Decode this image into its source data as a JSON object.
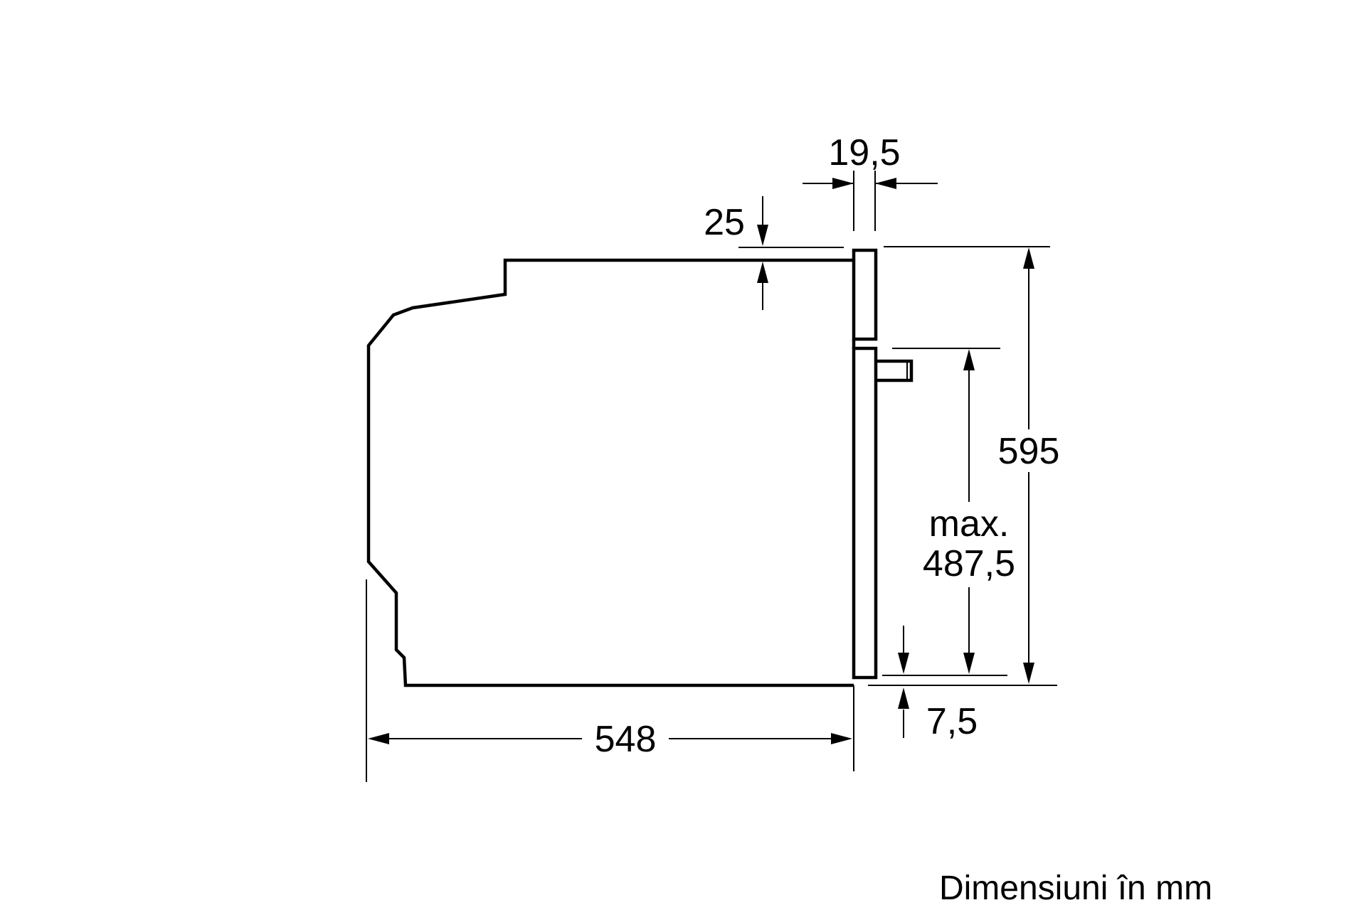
{
  "diagram": {
    "unit_note": "Dimensiuni în mm",
    "dimensions": {
      "door_thickness": "19,5",
      "top_gap": "25",
      "total_height": "595",
      "max_label": "max.",
      "max_value": "487,5",
      "bottom_gap": "7,5",
      "depth": "548"
    }
  }
}
